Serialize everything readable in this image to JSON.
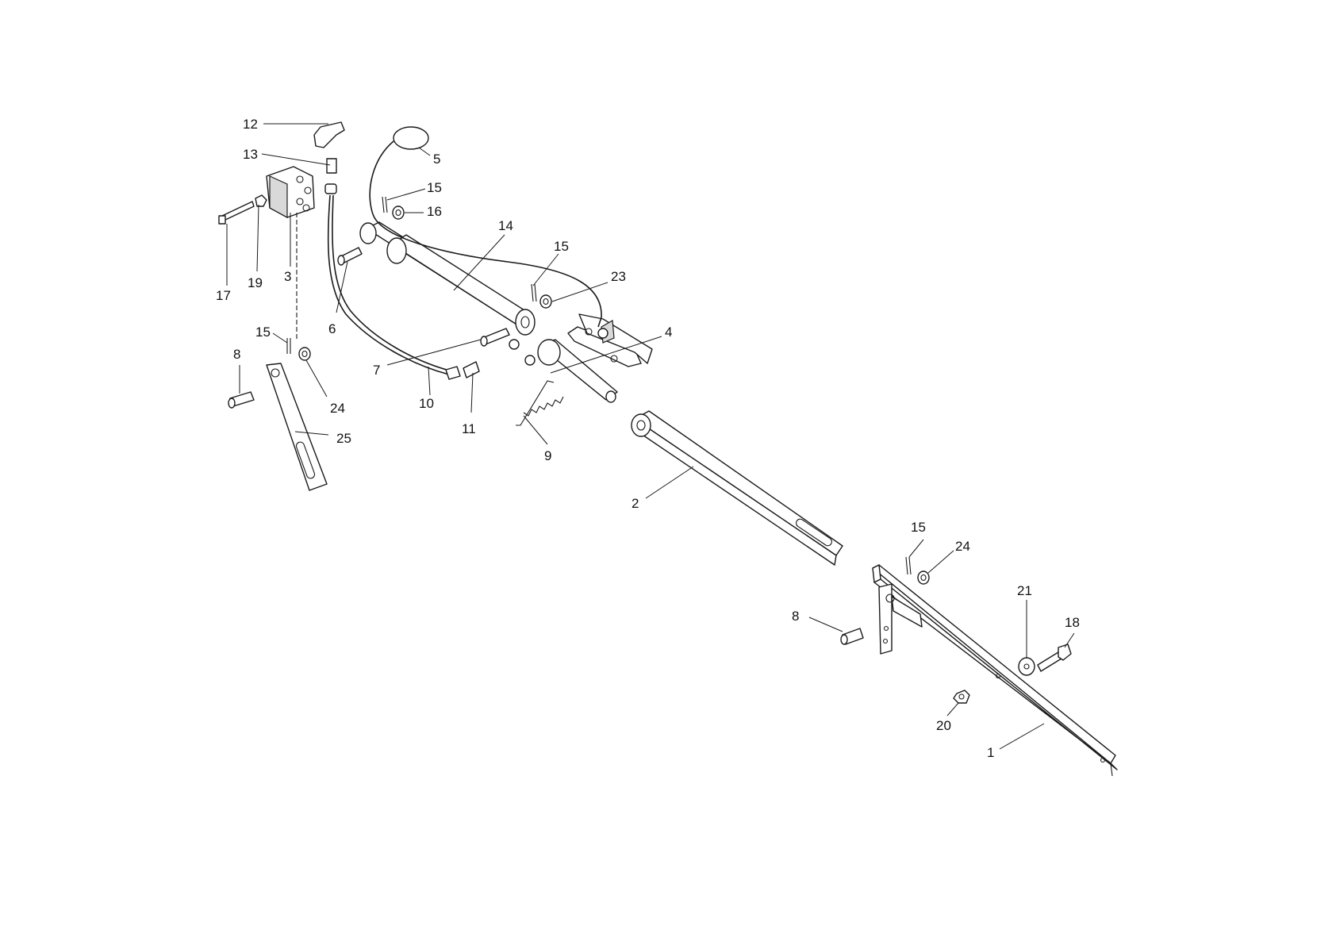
{
  "diagram": {
    "callouts": [
      {
        "id": "c1",
        "label": "1"
      },
      {
        "id": "c2",
        "label": "2"
      },
      {
        "id": "c3",
        "label": "3"
      },
      {
        "id": "c4",
        "label": "4"
      },
      {
        "id": "c5",
        "label": "5"
      },
      {
        "id": "c6",
        "label": "6"
      },
      {
        "id": "c7",
        "label": "7"
      },
      {
        "id": "c8a",
        "label": "8"
      },
      {
        "id": "c8b",
        "label": "8"
      },
      {
        "id": "c9",
        "label": "9"
      },
      {
        "id": "c10",
        "label": "10"
      },
      {
        "id": "c11",
        "label": "11"
      },
      {
        "id": "c12",
        "label": "12"
      },
      {
        "id": "c13",
        "label": "13"
      },
      {
        "id": "c14",
        "label": "14"
      },
      {
        "id": "c15a",
        "label": "15"
      },
      {
        "id": "c15b",
        "label": "15"
      },
      {
        "id": "c15c",
        "label": "15"
      },
      {
        "id": "c15d",
        "label": "15"
      },
      {
        "id": "c16",
        "label": "16"
      },
      {
        "id": "c17",
        "label": "17"
      },
      {
        "id": "c18",
        "label": "18"
      },
      {
        "id": "c19",
        "label": "19"
      },
      {
        "id": "c20",
        "label": "20"
      },
      {
        "id": "c21",
        "label": "21"
      },
      {
        "id": "c23",
        "label": "23"
      },
      {
        "id": "c24a",
        "label": "24"
      },
      {
        "id": "c24b",
        "label": "24"
      },
      {
        "id": "c25",
        "label": "25"
      }
    ],
    "colors": {
      "line": "#1a1a1a",
      "background": "#ffffff"
    }
  }
}
